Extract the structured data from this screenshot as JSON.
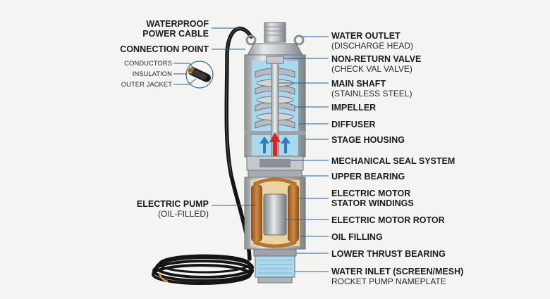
{
  "labels": {
    "waterproof_power_cable": [
      "WATERPROOF",
      "POWER CABLE"
    ],
    "connection_point": "CONNECTION POINT",
    "conductors": "CONDUCTORS",
    "insulation": "INSULATION",
    "outer_jacket": "OUTER JACKET",
    "electric_pump": "ELECTRIC PUMP",
    "electric_pump_sub": "(OIL-FILLED)",
    "water_outlet": "WATER OUTLET",
    "water_outlet_sub": "(DISCHARGE HEAD)",
    "non_return_valve": "NON-RETURN VALVE",
    "non_return_valve_sub": "(CHECK VAL VALVE)",
    "main_shaft": "MAIN SHAFT",
    "main_shaft_sub": "(STAINLESS STEEL)",
    "impeller": "IMPELLER",
    "diffuser": "DIFFUSER",
    "stage_housing": "STAGE HOUSING",
    "mechanical_seal_system": "MECHANICAL SEAL SYSTEM",
    "upper_bearing": "UPPER BEARING",
    "stator_windings": [
      "ELECTRIC MOTOR",
      "STATOR WINDINGS"
    ],
    "motor_rotor": "ELECTRIC MOTOR ROTOR",
    "oil_filling": "OIL FILLING",
    "lower_thrust_bearing": "LOWER THRUST BEARING",
    "water_inlet": "WATER INLET (SCREEN/MESH)",
    "nameplate": "ROCKET PUMP NAMEPLATE"
  },
  "colors": {
    "water": "#a9d8ef",
    "flow_arrow_up": "#d7262a",
    "flow_arrow_side": "#2a7fc1",
    "leader_line": "#1f5f99",
    "oil": "#e9d5a3",
    "copper_winding": "#b8742f",
    "steel": "#b9bdc1",
    "cable": "#151515"
  }
}
